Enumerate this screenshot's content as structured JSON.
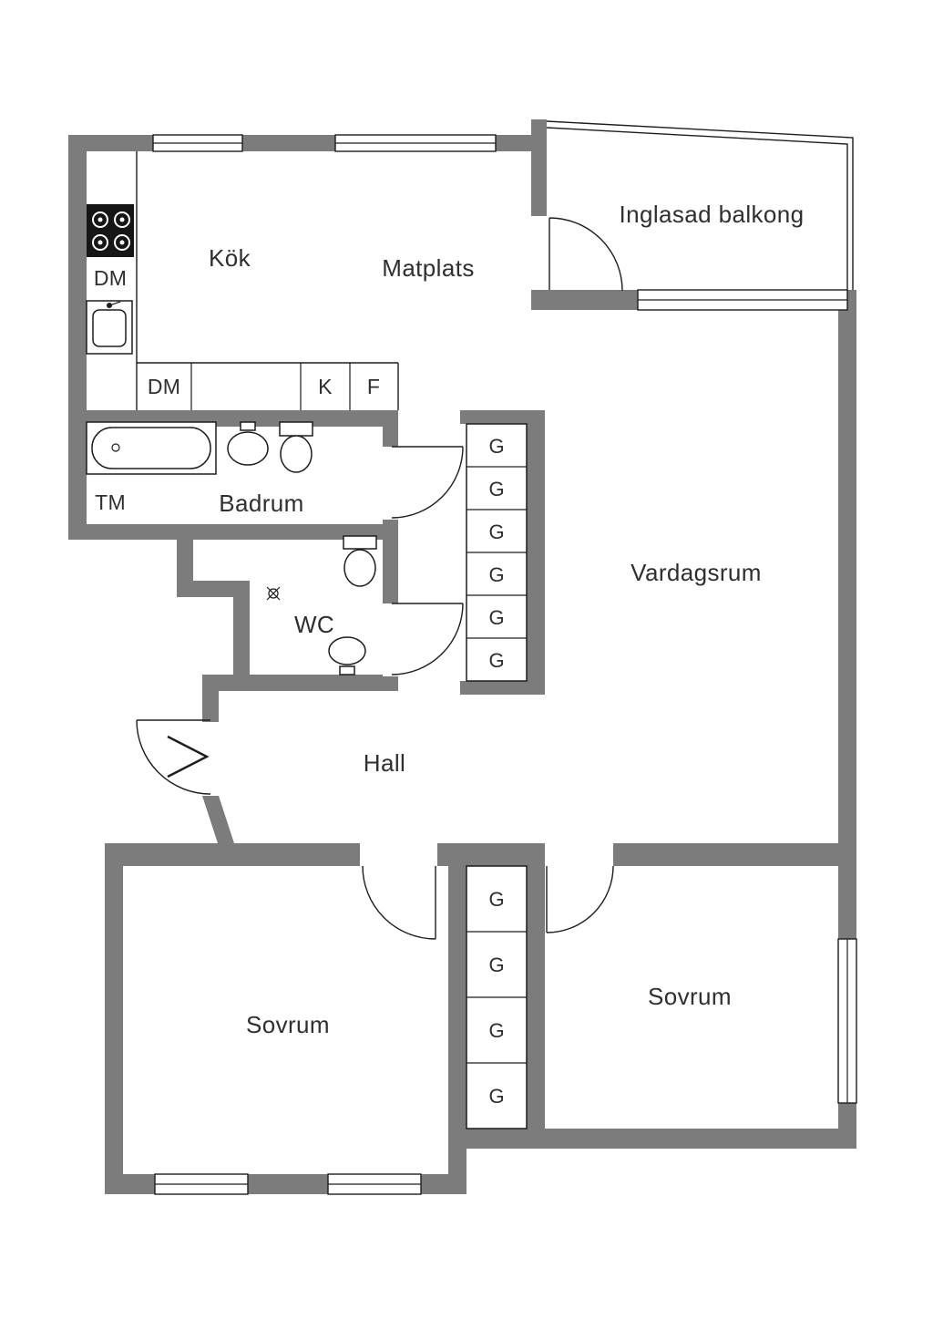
{
  "plan": {
    "type": "apartment-floor-plan",
    "rooms": {
      "kok": "Kök",
      "matplats": "Matplats",
      "inglasad_balkong": "Inglasad balkong",
      "badrum": "Badrum",
      "wc": "WC",
      "vardagsrum": "Vardagsrum",
      "hall": "Hall",
      "sovrum_left": "Sovrum",
      "sovrum_right": "Sovrum"
    },
    "labels": {
      "dm_kitchen": "DM",
      "dm_counter": "DM",
      "tm": "TM",
      "k": "K",
      "f": "F"
    },
    "closets": {
      "upper": [
        "G",
        "G",
        "G",
        "G",
        "G",
        "G"
      ],
      "lower": [
        "G",
        "G",
        "G",
        "G"
      ]
    },
    "colors": {
      "wall": "#7c7c7c",
      "line": "#1d1d1d",
      "text": "#2f2f2f",
      "background": "#ffffff"
    }
  }
}
